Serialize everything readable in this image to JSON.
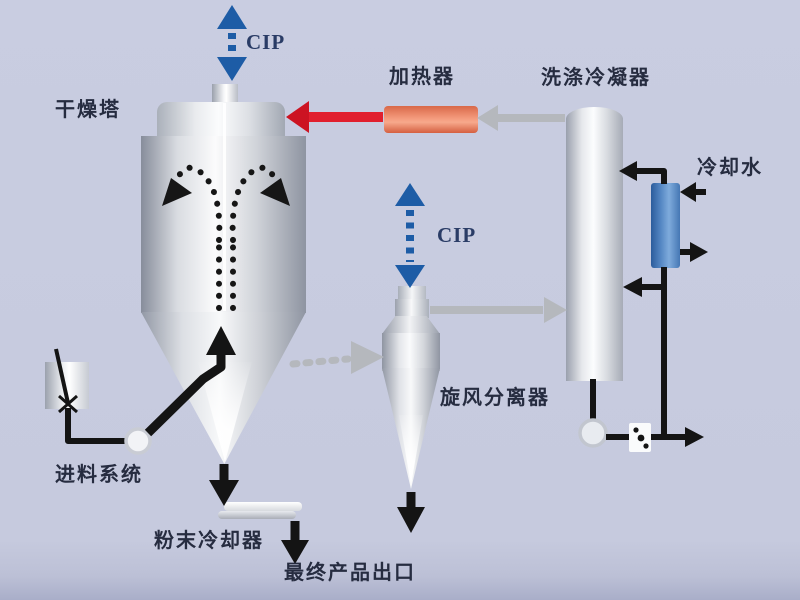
{
  "diagram": {
    "type": "process-flow-diagram",
    "subject": "spray drying system",
    "labels": {
      "drying_tower": "干燥塔",
      "cip_top": "CIP",
      "heater": "加热器",
      "washing_condenser": "洗涤冷凝器",
      "cooling_water": "冷却水",
      "cip_middle": "CIP",
      "cyclone_separator": "旋风分离器",
      "feed_system": "进料系统",
      "powder_cooler": "粉末冷却器",
      "final_product_outlet": "最终产品出口"
    },
    "colors": {
      "background": "#c6cade",
      "heater_orange": "#f49a7c",
      "hot_air_red": "#e11f2e",
      "cip_blue": "#1d5ca6",
      "cooling_unit_blue": "#5688c4",
      "air_flow_gray": "#b5b8bd",
      "pipe_black": "#141414",
      "vessel_silver": "#e6e8ec",
      "label_text": "#262c40"
    },
    "flows": [
      {
        "name": "cip-inlet-tower",
        "style": "blue dashed double arrow",
        "at": "top of drying tower"
      },
      {
        "name": "hot-air",
        "style": "red arrow",
        "from": "heater",
        "to": "drying tower top"
      },
      {
        "name": "exhaust-to-heater",
        "style": "gray arrow",
        "from": "washing condenser",
        "to": "heater"
      },
      {
        "name": "tower-to-cyclone",
        "style": "gray dotted arrow",
        "from": "drying tower cone",
        "to": "cyclone separator"
      },
      {
        "name": "cyclone-to-condenser",
        "style": "gray arrow",
        "from": "cyclone top",
        "to": "washing condenser"
      },
      {
        "name": "cip-inlet-cyclone",
        "style": "blue dashed double arrow",
        "at": "top of cyclone separator"
      },
      {
        "name": "cooling-water-loop",
        "style": "black piping",
        "between": "cooling water unit and condenser"
      },
      {
        "name": "feed-line",
        "style": "black piping",
        "from": "feed tank via pump",
        "to": "tower cone"
      },
      {
        "name": "powder-discharge",
        "style": "black arrows",
        "from": "tower cone tip",
        "to": "powder cooler then final product outlet"
      },
      {
        "name": "cyclone-discharge",
        "style": "black arrow",
        "from": "cyclone cone tip"
      },
      {
        "name": "condenser-drain",
        "style": "black piping with pump and valve",
        "from": "condenser bottom",
        "to": "right outlet"
      }
    ]
  }
}
